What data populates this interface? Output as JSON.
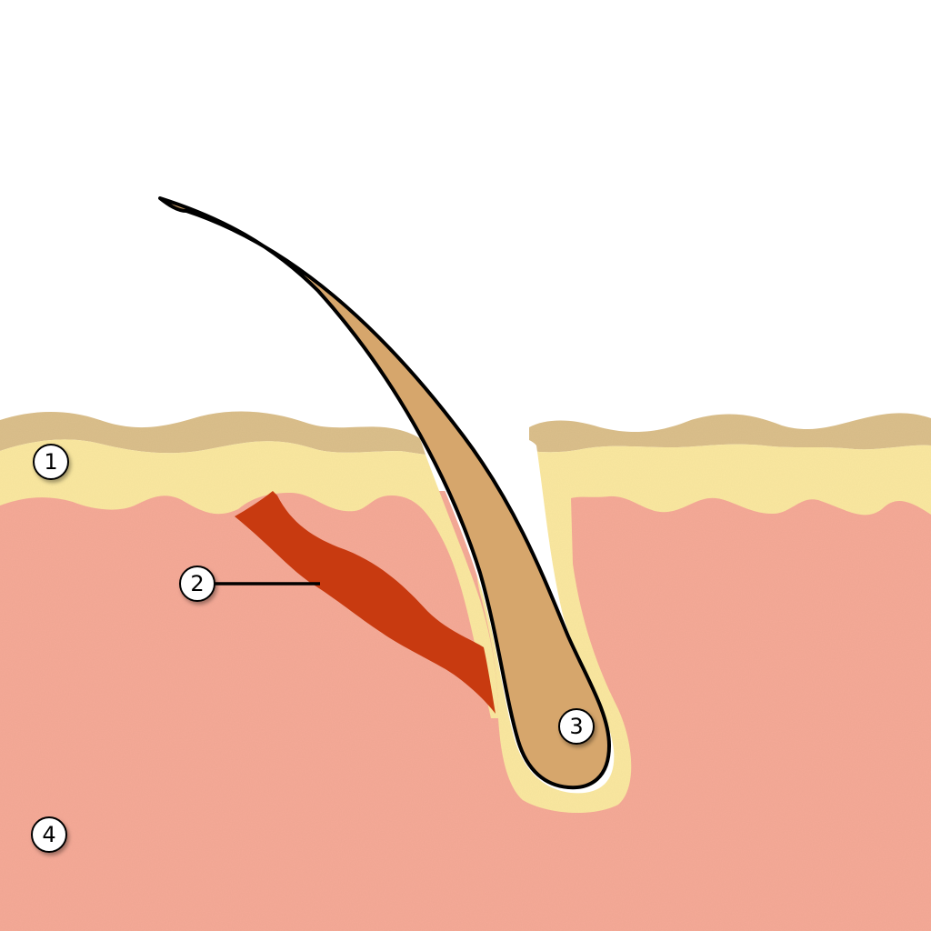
{
  "diagram": {
    "colors": {
      "background": "#ffffff",
      "stratum_corneum": "#dcc08c",
      "epidermis": "#fbe8a0",
      "dermis": "#f6aa98",
      "hair_shaft": "#d6a66c",
      "muscle": "#c83a10",
      "outline": "#000000",
      "marker_fill": "#ffffff"
    },
    "markers": [
      {
        "id": "1",
        "label": "1"
      },
      {
        "id": "2",
        "label": "2"
      },
      {
        "id": "3",
        "label": "3"
      },
      {
        "id": "4",
        "label": "4"
      }
    ]
  }
}
